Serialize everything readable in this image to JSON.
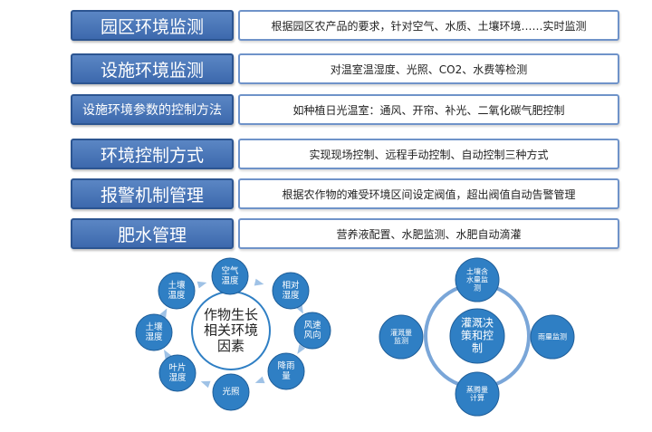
{
  "rows": [
    {
      "label": "园区环境监测",
      "desc": "根据园区农产品的要求，针对空气、水质、土壤环境……实时监测"
    },
    {
      "label": "设施环境监测",
      "desc": "对温室温湿度、光照、CO2、水费等检测"
    },
    {
      "label": "设施环境参数的控制方法",
      "desc": "如种植日光温室：通风、开帘、补光、二氧化碳气肥控制"
    },
    {
      "label": "环境控制方式",
      "desc": "实现现场控制、远程手动控制、自动控制三种方式"
    },
    {
      "label": "报警机制管理",
      "desc": "根据农作物的难受环境区间设定阀值，超出阀值自动告警管理"
    },
    {
      "label": "肥水管理",
      "desc": "营养液配置、水肥监测、水肥自动滴灌"
    }
  ],
  "left_diagram": {
    "center": [
      "作物生长",
      "相关环境",
      "因素"
    ],
    "nodes": [
      [
        "空气",
        "温度"
      ],
      [
        "相对",
        "湿度"
      ],
      [
        "风速",
        "风向"
      ],
      [
        "降雨",
        "量"
      ],
      [
        "光照"
      ],
      [
        "叶片",
        "湿度"
      ],
      [
        "土壤",
        "湿度"
      ],
      [
        "土壤",
        "温度"
      ]
    ]
  },
  "right_diagram": {
    "center": [
      "灌溉决",
      "策和控",
      "制"
    ],
    "nodes": [
      [
        "土壤含",
        "水量监",
        "测"
      ],
      [
        "雨量监测"
      ],
      [
        "蒸腾量",
        "计算"
      ],
      [
        "灌溉量",
        "监测"
      ]
    ]
  },
  "colors": {
    "label_bg": "#4a76b8",
    "node": "#2f7fc4",
    "ring": "#7aa6d8",
    "arrow": "#9fc2e6"
  }
}
